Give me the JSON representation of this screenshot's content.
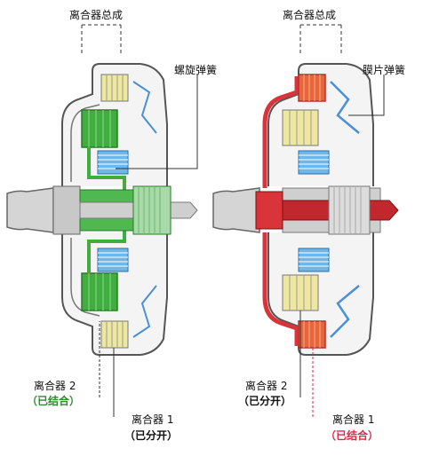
{
  "labels": {
    "assembly_left": "离合器总成",
    "assembly_right": "离合器总成",
    "coil_spring": "螺旋弹簧",
    "diaphragm_spring": "膜片弹簧",
    "left_clutch2": "离合器 2",
    "left_clutch2_state": "（已结合）",
    "left_clutch1": "离合器 1",
    "left_clutch1_state": "（已分开）",
    "right_clutch2": "离合器 2",
    "right_clutch2_state": "（已分开）",
    "right_clutch1": "离合器 1",
    "right_clutch1_state": "（已结合）"
  },
  "colors": {
    "engaged_left": "#3fae3f",
    "engaged_right": "#d8343a",
    "plates_inactive": "#ede7a0",
    "coil_spring": "#6fb7e8",
    "housing_outline": "#555555",
    "shaft": "#c8c8c8",
    "diaphragm_right": "#4a90d9"
  }
}
